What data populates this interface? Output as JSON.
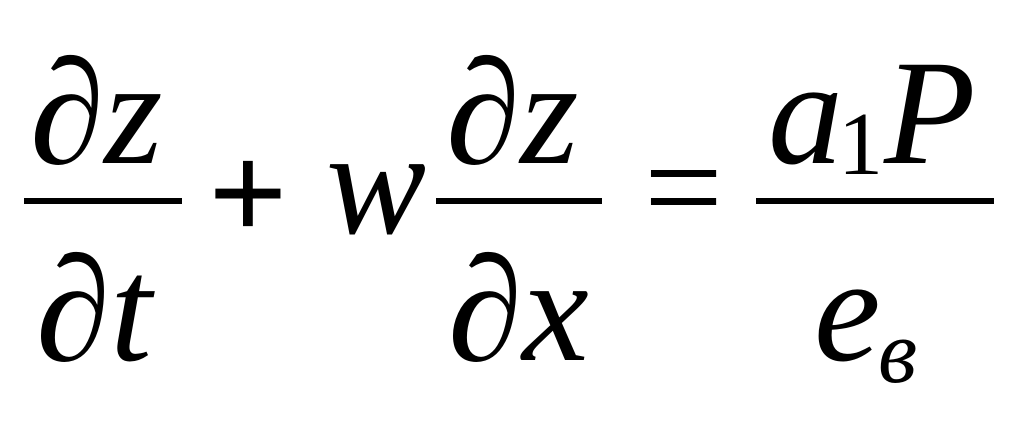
{
  "equation": {
    "term1": {
      "numerator": "∂z",
      "denominator": "∂t"
    },
    "plus": "+",
    "coefficient": "w",
    "term2": {
      "numerator": "∂z",
      "denominator": "∂x"
    },
    "equals": "=",
    "rhs": {
      "numerator_base": "a",
      "numerator_subscript": "1",
      "numerator_rest": "P",
      "denominator_base": "e",
      "denominator_subscript": "в"
    }
  }
}
